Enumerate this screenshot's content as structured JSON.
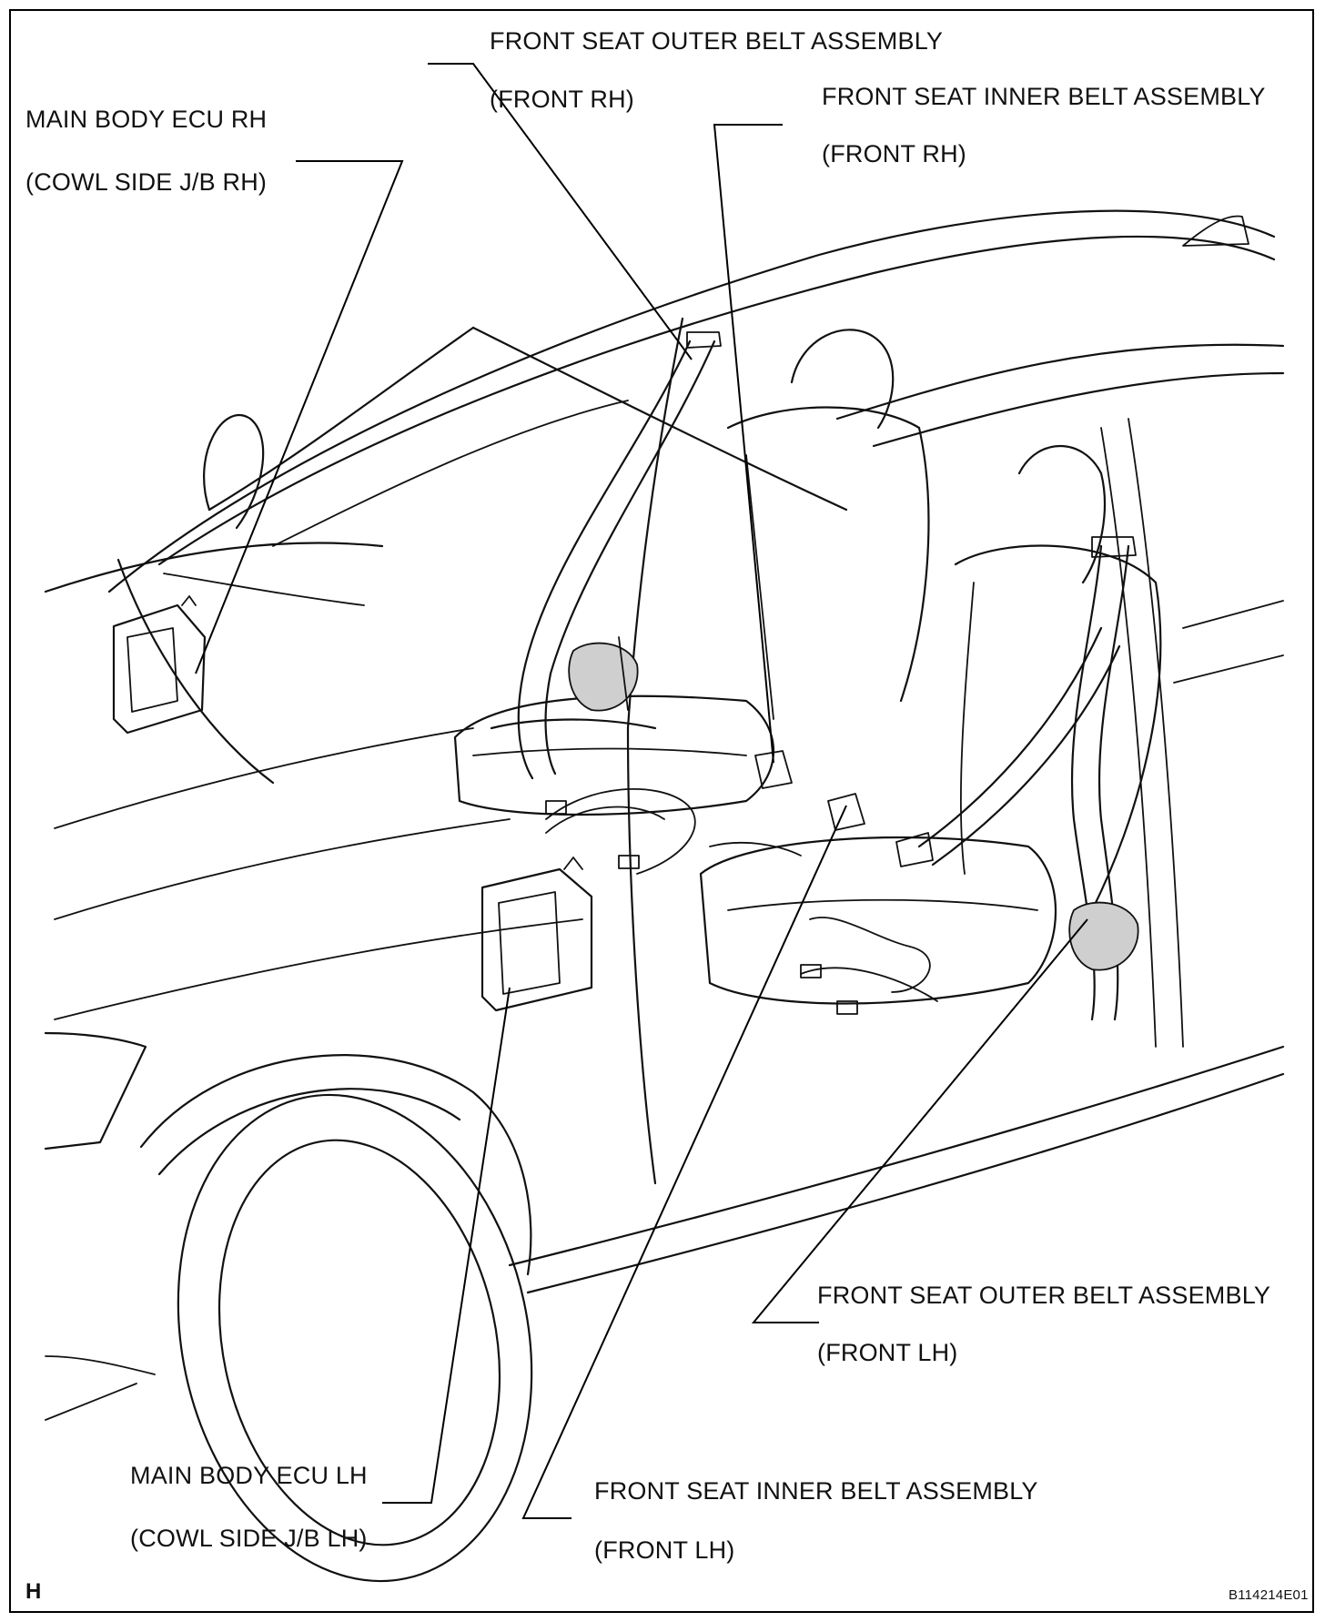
{
  "callouts": {
    "outer_rh": {
      "line1": "FRONT SEAT OUTER BELT ASSEMBLY",
      "line2": "(FRONT RH)"
    },
    "inner_rh": {
      "line1": "FRONT SEAT INNER BELT ASSEMBLY",
      "line2": "(FRONT RH)"
    },
    "ecu_rh": {
      "line1": "MAIN BODY ECU RH",
      "line2": "(COWL SIDE J/B RH)"
    },
    "outer_lh": {
      "line1": "FRONT SEAT OUTER BELT ASSEMBLY",
      "line2": "(FRONT LH)"
    },
    "ecu_lh": {
      "line1": "MAIN BODY ECU LH",
      "line2": "(COWL SIDE J/B LH)"
    },
    "inner_lh": {
      "line1": "FRONT SEAT INNER BELT ASSEMBLY",
      "line2": "(FRONT LH)"
    }
  },
  "corner_mark": "H",
  "figure_code": "B114214E01",
  "colors": {
    "line": "#111111",
    "background": "#ffffff",
    "shade": "#cfcfcf"
  }
}
